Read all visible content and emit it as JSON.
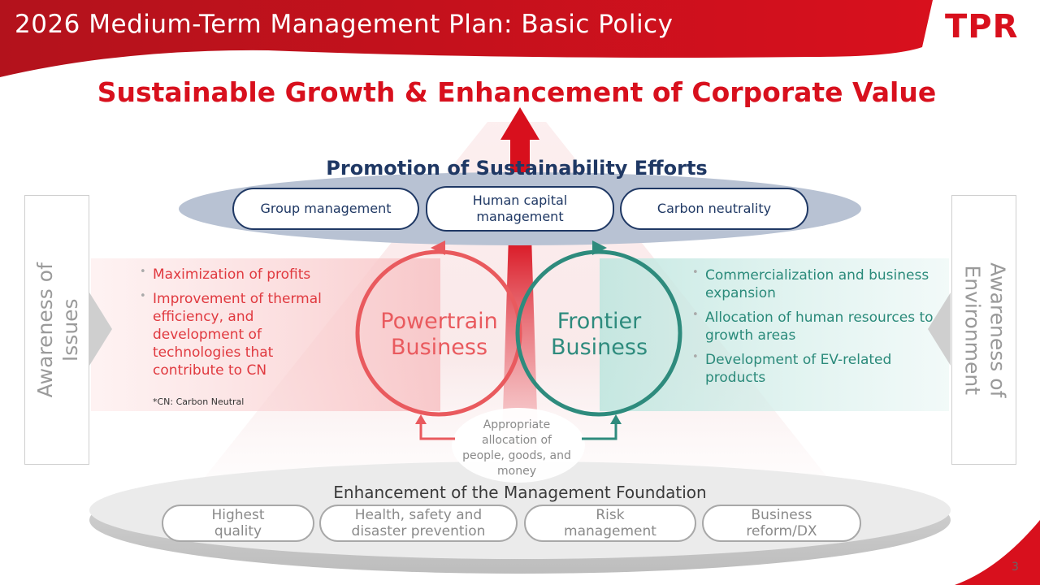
{
  "header": {
    "title": "2026 Medium-Term Management Plan: Basic Policy",
    "logo_text": "TPR"
  },
  "main_goal": "Sustainable Growth & Enhancement of Corporate Value",
  "sustainability": {
    "title": "Promotion of Sustainability Efforts",
    "items": [
      "Group management",
      "Human capital management",
      "Carbon neutrality"
    ]
  },
  "left_panel": {
    "label": "Awareness of Issues",
    "bullets": [
      "Maximization of profits",
      "Improvement of thermal efficiency, and development of technologies that contribute to CN"
    ],
    "note": "*CN: Carbon Neutral"
  },
  "right_panel": {
    "label": "Awareness of Environment",
    "bullets": [
      "Commercialization and business expansion",
      "Allocation of human resources to growth areas",
      "Development of EV-related products"
    ]
  },
  "businesses": {
    "powertrain": "Powertrain Business",
    "frontier": "Frontier Business"
  },
  "allocation": "Appropriate allocation of people, goods, and money",
  "foundation": {
    "title": "Enhancement of the Management Foundation",
    "items": [
      "Highest quality",
      "Health, safety and disaster prevention",
      "Risk management",
      "Business reform/DX"
    ]
  },
  "colors": {
    "brand_red": "#d8101d",
    "navy": "#1f3864",
    "powertrain": "#e0393f",
    "frontier": "#2a8a7a"
  },
  "page_number": "3"
}
